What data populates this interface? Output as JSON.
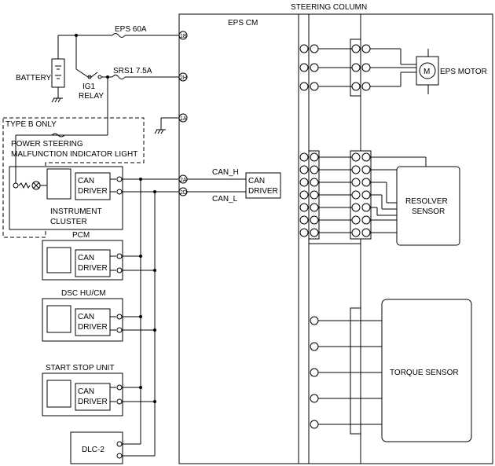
{
  "labels": {
    "steering_column": "STEERING COLUMN",
    "eps_cm": "EPS CM",
    "eps_60a": "EPS 60A",
    "battery": "BATTERY",
    "srs1": "SRS1 7.5A",
    "ig1": "IG1",
    "relay": "RELAY",
    "type_b_only": "TYPE B ONLY",
    "psml_line1": "POWER STEERING",
    "psml_line2": "MALFUNCTION INDICATOR LIGHT",
    "can_driver_line1": "CAN",
    "can_driver_line2": "DRIVER",
    "instrument_line1": "INSTRUMENT",
    "instrument_line2": "CLUSTER",
    "can_h": "CAN_H",
    "can_l": "CAN_L",
    "pcm": "PCM",
    "dsc": "DSC HU/CM",
    "start_stop": "START STOP UNIT",
    "dlc": "DLC-2",
    "eps_motor": "EPS MOTOR",
    "motor_symbol": "M",
    "resolver_line1": "RESOLVER",
    "resolver_line2": "SENSOR",
    "torque_sensor": "TORQUE SENSOR"
  },
  "pins": {
    "p1b": "1B",
    "p2h": "2H",
    "p1a": "1A",
    "p2a": "2A",
    "p2d": "2D"
  }
}
